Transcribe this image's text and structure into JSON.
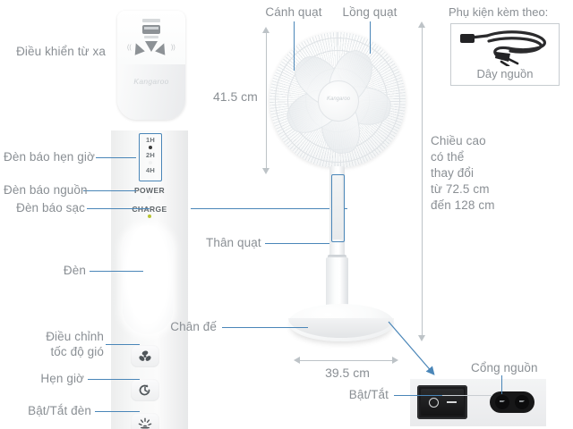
{
  "diagram": {
    "title": "Kangaroo stand fan annotated specification diagram",
    "accent_color": "#4a86b8",
    "label_color": "#8a8f94"
  },
  "labels": {
    "remote": "Điều khiển từ xa",
    "timer_indicator": "Đèn báo hẹn giờ",
    "power_indicator": "Đèn báo nguồn",
    "charge_indicator": "Đèn báo sạc",
    "light": "Đèn",
    "wind_speed": "Điều chỉnh\ntốc độ gió",
    "wind_speed_line1": "Điều chỉnh",
    "wind_speed_line2": "tốc độ gió",
    "timer": "Hẹn giờ",
    "light_toggle": "Bật/Tắt đèn",
    "fan_blade": "Cánh quạt",
    "fan_cage": "Lồng quạt",
    "fan_body": "Thân quạt",
    "base": "Chân đế",
    "power_port": "Cổng nguồn",
    "on_off": "Bật/Tắt"
  },
  "panel": {
    "timer_steps": [
      "1H",
      "2H",
      "4H"
    ],
    "power_text": "POWER",
    "charge_text": "CHARGE",
    "charge_led_color": "#b5c22a",
    "timer_led_color": "#3a3a3a"
  },
  "remote": {
    "brand": "Kangaroo"
  },
  "accessories": {
    "title": "Phụ kiện kèm theo:",
    "item_caption": "Dây nguồn"
  },
  "dimensions": {
    "fan_head_height": "41.5 cm",
    "base_width": "39.5 cm",
    "height_range_line1": "Chiều cao",
    "height_range_line2": "có thể",
    "height_range_line3": "thay đổi",
    "height_range_line4": "từ 72.5 cm",
    "height_range_line5": "đến 128 cm"
  },
  "icons": {
    "fan_speed": "fan-blade-icon",
    "timer": "clock-timer-icon",
    "light": "light-rays-icon",
    "power_cord": "power-cord-icon",
    "rocker_switch": "rocker-switch-icon",
    "socket": "figure8-socket-icon"
  }
}
